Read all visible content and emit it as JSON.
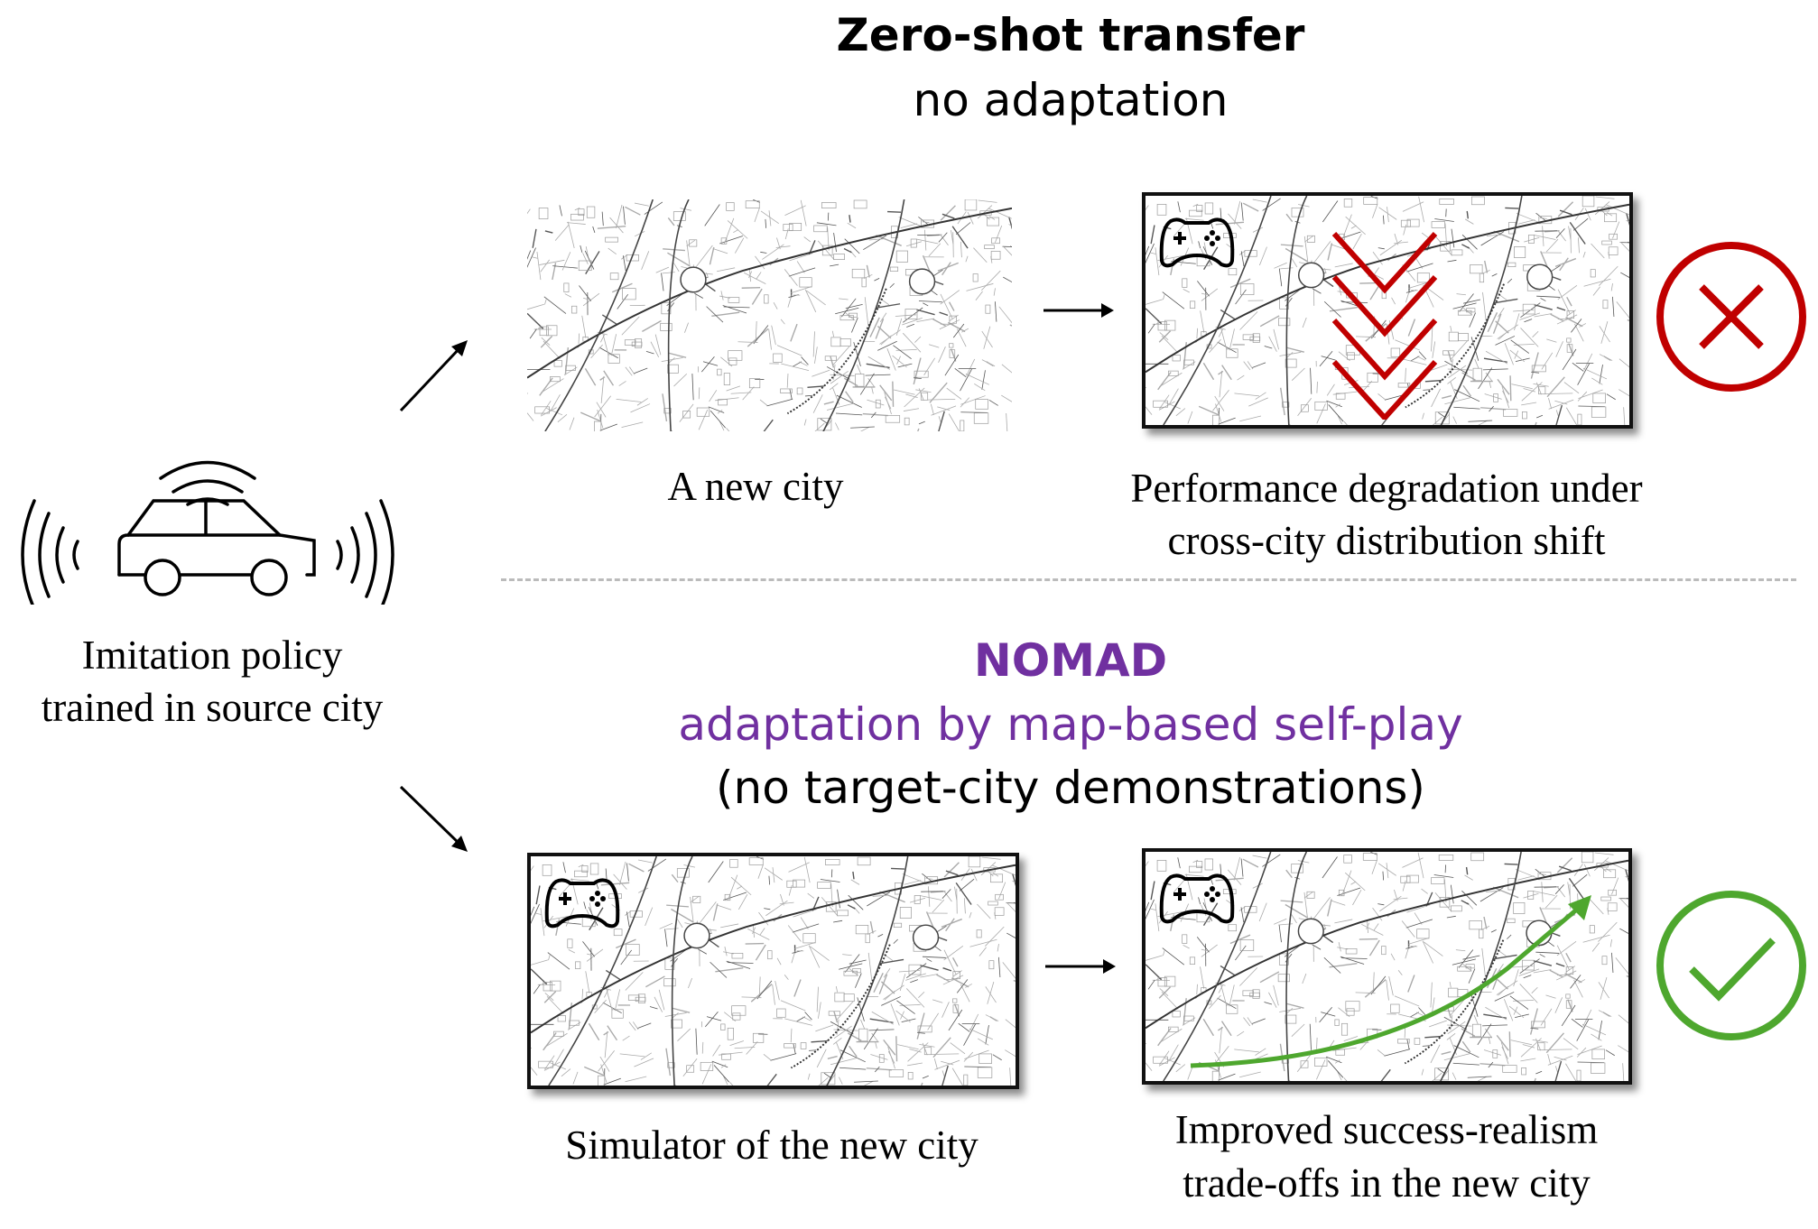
{
  "top": {
    "title": "Zero-shot transfer",
    "subtitle": "no adaptation",
    "map1_caption": "A new city",
    "map2_caption_line1": "Performance degradation under",
    "map2_caption_line2": "cross-city distribution shift",
    "result_icon": "x-circle-icon"
  },
  "left": {
    "caption_line1": "Imitation policy",
    "caption_line2": "trained in source city",
    "icon": "connected-car-icon"
  },
  "bottom": {
    "title": "NOMAD",
    "subtitle": "adaptation by map-based self-play",
    "note": "(no target-city demonstrations)",
    "map3_caption": "Simulator of the new city",
    "map4_caption_line1": "Improved success-realism",
    "map4_caption_line2": "trade-offs in the new city",
    "result_icon": "check-circle-icon"
  },
  "colors": {
    "purple": "#7030a0",
    "red": "#c00000",
    "green": "#4ea72e"
  }
}
